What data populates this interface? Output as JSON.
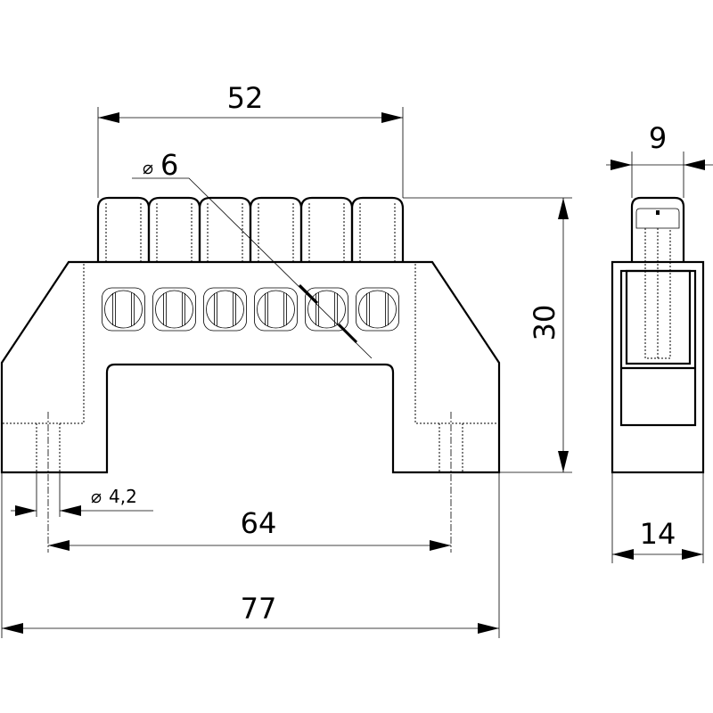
{
  "title": "Neutral busbar terminal block – 6 terminals, dimensional drawing",
  "dimensions": {
    "cap_span": "52",
    "screw_diameter": "6",
    "height": "30",
    "cap_width": "9",
    "mount_hole_diameter": "4,2",
    "mount_hole_spacing": "64",
    "overall_length": "77",
    "depth": "14"
  },
  "symbols": {
    "diameter": "⌀"
  },
  "terminal_count": 6
}
